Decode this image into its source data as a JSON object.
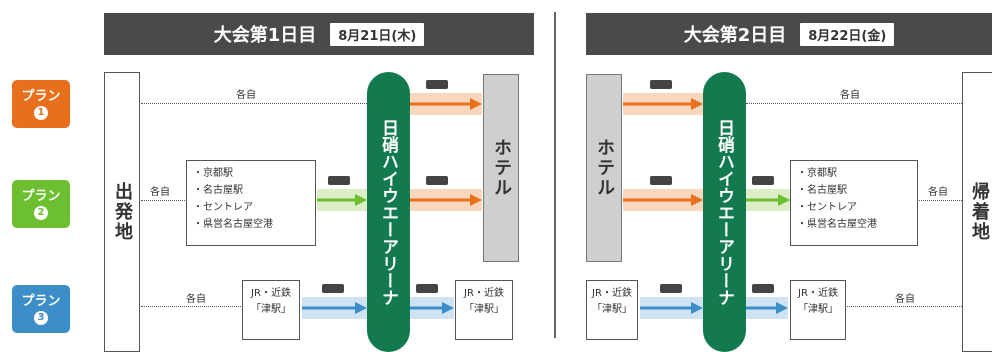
{
  "day1": {
    "title": "大会第1日目",
    "date": "8月21日(木)"
  },
  "day2": {
    "title": "大会第2日目",
    "date": "8月22日(金)"
  },
  "plans": [
    {
      "label": "プラン",
      "num": "1",
      "color": "#e8701d"
    },
    {
      "label": "プラン",
      "num": "2",
      "color": "#6cbf2e"
    },
    {
      "label": "プラン",
      "num": "3",
      "color": "#3b8ec7"
    }
  ],
  "labels": {
    "departure": "出発地",
    "arrival": "帰着地",
    "hotel": "ホテル",
    "arena": "日硝ハイウエーアリーナ",
    "each": "各自"
  },
  "stations": [
    "・京都駅",
    "・名古屋駅",
    "・セントレア",
    "・県営名古屋空港"
  ],
  "jr": {
    "line1": "JR・近鉄",
    "line2": "「津駅」"
  },
  "colors": {
    "orange": "#e8701d",
    "green": "#6cbf2e",
    "blue": "#3b8ec7",
    "arena": "#127a4e",
    "orange_band": "#f9d7bf",
    "green_band": "#dcefc9",
    "blue_band": "#cfe4f3"
  }
}
